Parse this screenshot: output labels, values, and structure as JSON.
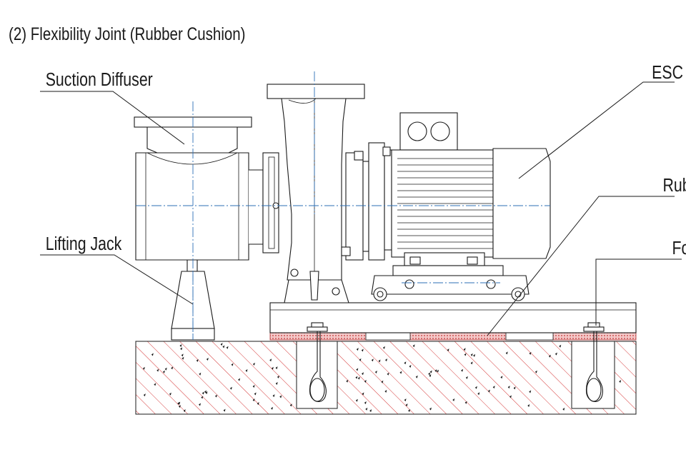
{
  "diagram": {
    "title": "(2)  Flexibility Joint (Rubber Cushion)",
    "labels": {
      "suction_diffuser": "Suction Diffuser",
      "esc_series_pump": "ESC Series Pump",
      "rubber_cushion": "Rubber Cushion",
      "lifting_jack": "Lifting Jack",
      "foundation_bolt": "Foundation Bolt"
    },
    "colors": {
      "line": "#1a1a1a",
      "center_line": "#2e6fb5",
      "hatch": "#d63a3a",
      "rubber": "#e8a0a0"
    }
  }
}
